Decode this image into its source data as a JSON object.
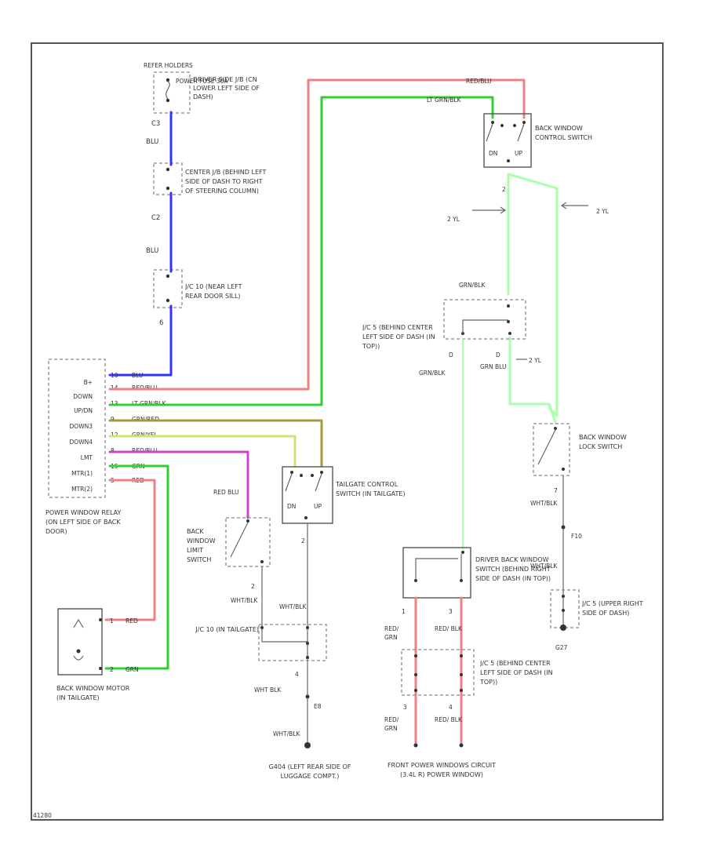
{
  "colors": {
    "red": "#f08080",
    "green": "#32cd32",
    "blue": "#3333ff",
    "olive": "#a39b3a",
    "yellow_green": "#c8e67a",
    "magenta": "#cc44cc",
    "lt_green": "#aaffaa",
    "gray_wire": "#aaaaaa",
    "border": "#555555"
  },
  "labels": {
    "fuse_box_title": "REFER HOLDERS",
    "fuse_label": "POWER FUSE 30A",
    "fuse_desc": "DRIVER SIDE J/B (CN LOWER LEFT SIDE OF DASH)",
    "c3": "C3",
    "blu1": "BLU",
    "center_jb_desc": "CENTER J/B (BEHIND LEFT SIDE OF DASH TO RIGHT OF STEERING COLUMN)",
    "c2": "C2",
    "blu2": "BLU",
    "jc10_desc": "J/C 10 (NEAR LEFT REAR DOOR SILL)",
    "pin6": "6",
    "relay_title": "POWER WINDOW RELAY (ON LEFT SIDE OF BACK DOOR)",
    "relay_pins": [
      "B+",
      "DOWN",
      "UP/DN",
      "DOWN3",
      "DOWN4",
      "LMT",
      "MTR(1)",
      "MTR(2)"
    ],
    "relay_wire_labels": [
      "BLU",
      "RED/BLU",
      "LT GRN/BLK",
      "GRN/RED",
      "GRN/YEL",
      "RED/BLU",
      "GRN",
      "RED"
    ],
    "relay_pin_nums": [
      "10",
      "14",
      "13",
      "9",
      "12",
      "8",
      "15",
      "5"
    ],
    "red_blu_top": "RED/BLU",
    "lt_grn_top": "LT GRN/BLK",
    "back_window_control_switch": "BACK WINDOW CONTROL SWITCH",
    "dn": "DN",
    "up": "UP",
    "left_arrow_label": "2 YL",
    "right_arrow_label": "2 YL",
    "pin2_control": "2",
    "grn_blk": "GRN/BLK",
    "jc5_top_desc": "J/C 5 (BEHIND CENTER LEFT SIDE OF DASH (IN TOP))",
    "d_pin": "D",
    "grn_blk_down": "GRN/BLK",
    "grn_blu": "GRN BLU",
    "d_pin2": "D",
    "yl_right": "2 YL",
    "back_window_lock_switch": "BACK WINDOW LOCK SWITCH",
    "pin7": "7",
    "wht_blk_lock": "WHT/BLK",
    "f10": "F10",
    "wht_blk_lock2": "WHT/BLK",
    "jc5_upper_desc": "J/C 5 (UPPER RIGHT SIDE OF DASH)",
    "g27": "G27",
    "tailgate_control_switch": "TAILGATE CONTROL SWITCH (IN TAILGATE)",
    "tail_dn": "DN",
    "tail_up": "UP",
    "red_blu_lmt": "RED BLU",
    "back_window_limit_switch": "BACK WINDOW LIMIT SWITCH",
    "pin2_tail": "2",
    "pin2_limit": "2",
    "wht_blk_limit": "WHT/BLK",
    "wht_blk_tail": "WHT/BLK",
    "jc10_tail_desc": "J/C 10 (IN TAILGATE)",
    "pin4_tail": "4",
    "wht_blk_tail2": "WHT BLK",
    "ee": "E8",
    "wht_blk_ground": "WHT/BLK",
    "ground_desc": "G404 (LEFT REAR SIDE OF LUGGAGE COMPT.)",
    "motor_pin1": "1",
    "motor_red": "RED",
    "motor_pin2": "2",
    "motor_grn": "GRN",
    "back_window_motor": "BACK WINDOW MOTOR (IN TAILGATE)",
    "driver_back_window_desc": "DRIVER BACK WINDOW SWITCH (BEHIND RIGHT SIDE OF DASH (IN TOP))",
    "drv_pin1": "1",
    "drv_pin3": "3",
    "drv_red_grn": "RED/ GRN",
    "drv_red_blk": "RED/ BLK",
    "jc5_bottom_desc": "J/C 5 (BEHIND CENTER LEFT SIDE OF DASH (IN TOP))",
    "bot_pin3": "3",
    "bot_pin4": "4",
    "bot_red_grn": "RED/ GRN",
    "bot_red_blk": "RED/ BLK",
    "front_power_windows": "FRONT POWER WINDOWS CIRCUIT (3.4L R) POWER WINDOW)",
    "footer_code": "41280"
  }
}
